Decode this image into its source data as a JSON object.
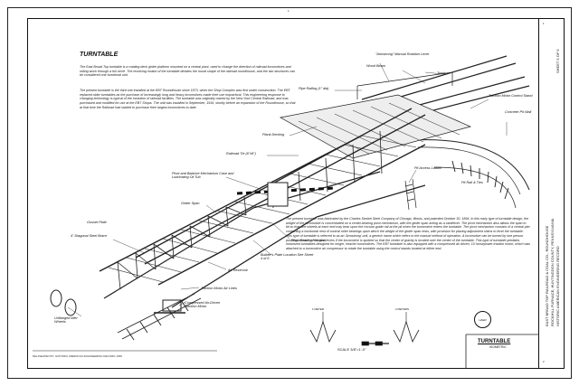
{
  "plate": {
    "page_number": "1",
    "heading": "TURNTABLE",
    "title": "TURNTABLE",
    "subtitle": "ISOMETRIC",
    "scale_label": "SCALE  3/8\"=1'-0\"",
    "seal_text": "HAER",
    "sheet_marks": [
      "1",
      "2"
    ]
  },
  "side_strip": {
    "line1": "EAST BROAD TOP RAILROAD & COAL CO., ROUNDHOUSE",
    "line2": "ROCKHILL FURNACE, HUNTINGDON COUNTY, PENNSYLVANIA",
    "line3": "HISTORIC AMERICAN ENGINEERING RECORD",
    "sheet": "SHEET 5 OF 6"
  },
  "intro_paragraphs": [
    "The East Broad Top turntable is a rotating deck girder platform mounted on a central pivot, used to change the direction of railroad locomotives and rolling stock through a full circle. The revolving motion of the turntable dictates the round shape of the railroad roundhouse, and the two structures can be considered one functional unit.",
    "The present turntable is the third one installed at the EBT Roundhouse since 1873, when the Shop Complex was first under construction. The EBT replaced older turntables as the purchase of increasingly long and heavy locomotives made their use impractical. This engineering response to changing technology is typical of the evolution of railroad facilities. The turntable was originally owned by the New York Central Railroad, and was purchased and modified for use at the EBT Shops. The unit was installed in September, 1916, shortly before an expansion of the Roundhouse, so that at that time the Railroad had started to purchase their largest locomotives to date."
  ],
  "lower_paragraph": "The present turntable was fabricated by the Charles Strobel Steel Company of Chicago, Illinois, and patented October 30, 1894. In this early type of turntable design, the weight of the locomotive is concentrated on a center-bearing pivot mechanism, with the girder span acting as a cantilever. The pivot mechanism also allows the span to tilt so that one wheels at each end may bear upon the circular guide rail at the pit when the locomotive enters the turntable. The pivot mechanism consists of a central pier containing a horizontal nest of conical roller bearings upon which the weight of the girder span rests, with provision for placing adjustment shims to level the turntable. This type of turntable is referred to as an 'Armstrong' unit, a generic name which refers to the manual method of operation. A locomotive can be turned by one person pushing on each of the end levers if the locomotive is spotted so that the center of gravity is located over the center of the turntable. This type of turntable predates motorized turntables designed for longer, heavier locomotives. The EBT turntable is also equipped with a compressed air driven, 10 horsepower traction motor, which was attached to a locomotive air compressor to rotate the turntable using the control stands located at either end.",
  "callouts": {
    "armstrong": "\"Armstrong\" Manual Rotation Lever",
    "wood_beam": "Wood Beam",
    "track": "Track",
    "pipe_railing": "Pipe Railing (1\" dia)",
    "traction_stand": "Traction Motor Control Stand",
    "concrete_pit_wall": "Concrete Pit Wall",
    "plank_decking": "Plank Decking",
    "railroad_tie": "Railroad Tie (6\"x8\")",
    "pit_access_ladder": "Pit Access Ladder",
    "pit_rail": "Pit Rail & Ties",
    "pivot_balance": "Pivot and Balance Mechanism Case and Lubricating Oil Tub",
    "girder_span": "Girder Span",
    "gusset_plate": "Gusset Plate",
    "diagonal_strut": "4\" Diagonal Steel Brace",
    "pivot_bearing_hangers": "Pivot Bearing Hangers",
    "builders_plate": "Builder's Plate Location See Sheet 4 of 6",
    "air_reservoir": "Air Reservoir",
    "traction_air_lines": "Traction Motor Air Lines",
    "compressed_air_motor": "Compressed Air-Driven Traction Motor",
    "unflanged_wheels": "Unflanged Idler Wheels"
  },
  "detail_labels": [
    "1 METER",
    "2 METERS"
  ],
  "signature_block": "DELINEATED BY: HISTORIC AMERICAN ENGINEERING RECORD 1990"
}
